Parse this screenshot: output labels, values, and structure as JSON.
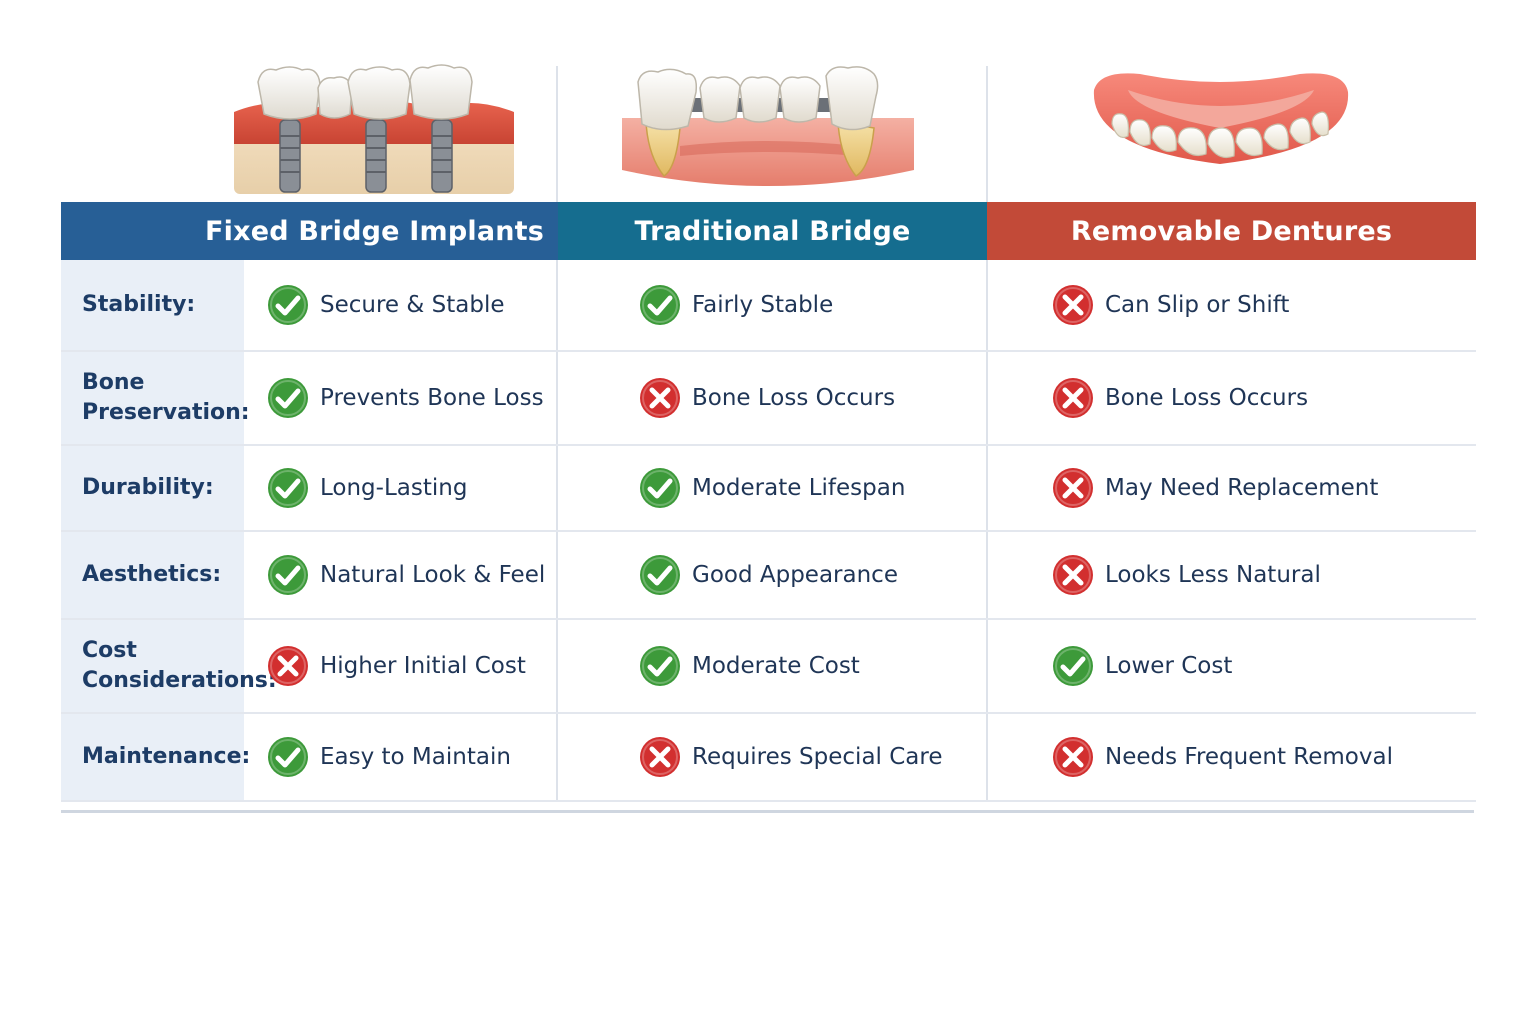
{
  "colors": {
    "implant_header": "#275f96",
    "bridge_header": "#156d8f",
    "denture_header": "#c24a38",
    "check": "#3d9a3a",
    "cross": "#d22f2f",
    "label_bg": "#e9eff7",
    "label_text": "#1d3c66"
  },
  "illustrations": [
    {
      "icon": "dental-implant-bridge-icon"
    },
    {
      "icon": "traditional-bridge-icon"
    },
    {
      "icon": "removable-denture-icon"
    }
  ],
  "columns": [
    {
      "title": "Fixed Bridge Implants"
    },
    {
      "title": "Traditional Bridge"
    },
    {
      "title": "Removable Dentures"
    }
  ],
  "rows": [
    {
      "label": "Stability:",
      "cells": [
        {
          "text": "Secure & Stable",
          "status": "check"
        },
        {
          "text": "Fairly Stable",
          "status": "check"
        },
        {
          "text": "Can Slip or Shift",
          "status": "cross"
        }
      ]
    },
    {
      "label": "Bone Preservation:",
      "cells": [
        {
          "text": "Prevents Bone Loss",
          "status": "check"
        },
        {
          "text": "Bone Loss Occurs",
          "status": "cross"
        },
        {
          "text": "Bone Loss Occurs",
          "status": "cross"
        }
      ]
    },
    {
      "label": "Durability:",
      "cells": [
        {
          "text": "Long-Lasting",
          "status": "check"
        },
        {
          "text": "Moderate Lifespan",
          "status": "check"
        },
        {
          "text": "May Need Replacement",
          "status": "cross"
        }
      ]
    },
    {
      "label": "Aesthetics:",
      "cells": [
        {
          "text": "Natural Look & Feel",
          "status": "check"
        },
        {
          "text": "Good Appearance",
          "status": "check"
        },
        {
          "text": "Looks Less Natural",
          "status": "cross"
        }
      ]
    },
    {
      "label": "Cost Considerations:",
      "cells": [
        {
          "text": "Higher Initial Cost",
          "status": "cross"
        },
        {
          "text": "Moderate Cost",
          "status": "check"
        },
        {
          "text": "Lower Cost",
          "status": "check"
        }
      ]
    },
    {
      "label": "Maintenance:",
      "cells": [
        {
          "text": "Easy to Maintain",
          "status": "check"
        },
        {
          "text": "Requires Special Care",
          "status": "cross"
        },
        {
          "text": "Needs Frequent Removal",
          "status": "cross"
        }
      ]
    }
  ]
}
